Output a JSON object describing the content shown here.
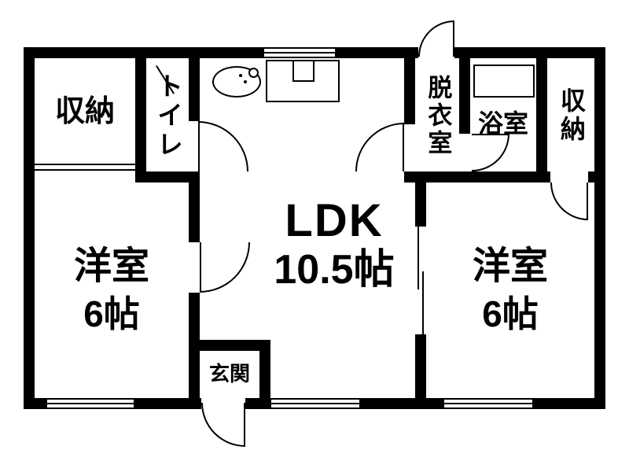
{
  "rooms": {
    "storage_left": "収納",
    "toilet": "トイレ",
    "ldk_name": "LDK",
    "ldk_size": "10.5帖",
    "dressing_room": "脱衣室",
    "bathroom": "浴室",
    "storage_right": "収納",
    "western_left_name": "洋室",
    "western_left_size": "6帖",
    "western_right_name": "洋室",
    "western_right_size": "6帖",
    "entrance": "玄関"
  },
  "fixtures": {
    "kitchen_sink": "sink-icon",
    "kitchen_counter": "counter-icon",
    "bathtub": "bathtub-icon"
  },
  "colors": {
    "wall": "#000000",
    "background": "#ffffff"
  }
}
